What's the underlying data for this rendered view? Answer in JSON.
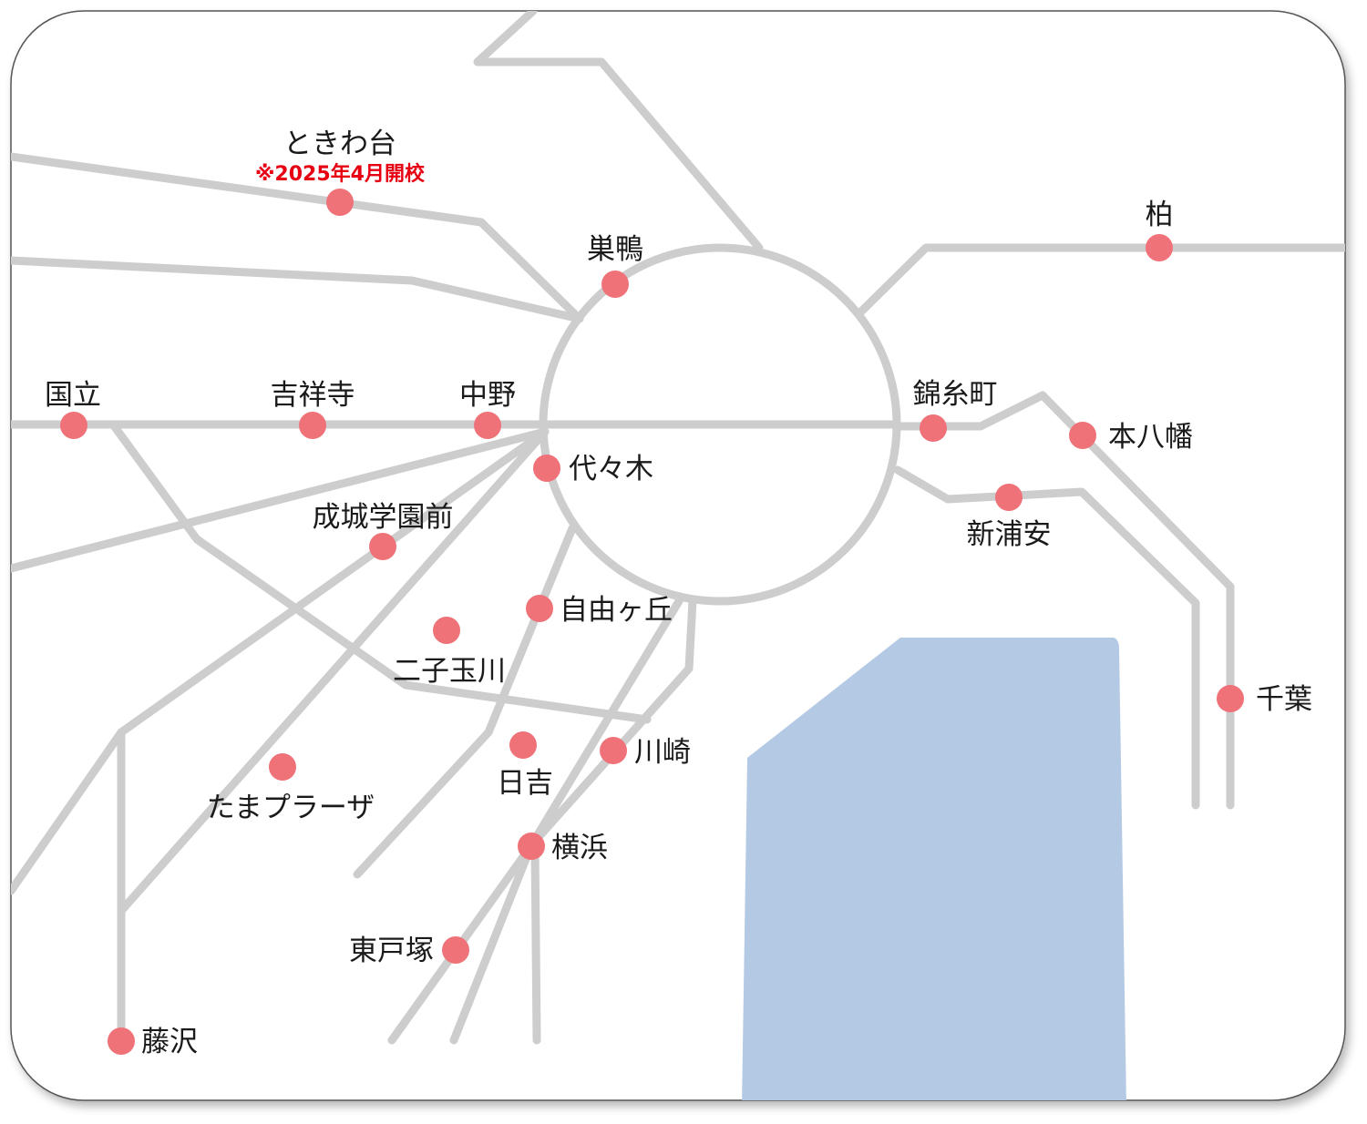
{
  "colors": {
    "station": "#ee7278",
    "rail": "#cdcdcd",
    "sea": "#b4c9e4",
    "note": "#e60012",
    "frame_border": "#555555"
  },
  "map": {
    "stations": [
      {
        "id": "tokiwadai",
        "name": "ときわ台",
        "note": "※2025年4月開校"
      },
      {
        "id": "sugamo",
        "name": "巣鴨"
      },
      {
        "id": "kashiwa",
        "name": "柏"
      },
      {
        "id": "kunitachi",
        "name": "国立"
      },
      {
        "id": "kichijoji",
        "name": "吉祥寺"
      },
      {
        "id": "nakano",
        "name": "中野"
      },
      {
        "id": "yoyogi",
        "name": "代々木"
      },
      {
        "id": "kinshicho",
        "name": "錦糸町"
      },
      {
        "id": "motoyawata",
        "name": "本八幡"
      },
      {
        "id": "seijogakuenmae",
        "name": "成城学園前"
      },
      {
        "id": "shinurayasu",
        "name": "新浦安"
      },
      {
        "id": "jiyugaoka",
        "name": "自由ヶ丘"
      },
      {
        "id": "futakotamagawa",
        "name": "二子玉川"
      },
      {
        "id": "chiba",
        "name": "千葉"
      },
      {
        "id": "kawasaki",
        "name": "川崎"
      },
      {
        "id": "hiyoshi",
        "name": "日吉"
      },
      {
        "id": "tamaplaza",
        "name": "たまプラーザ"
      },
      {
        "id": "yokohama",
        "name": "横浜"
      },
      {
        "id": "higashitotsuka",
        "name": "東戸塚"
      },
      {
        "id": "fujisawa",
        "name": "藤沢"
      }
    ]
  }
}
